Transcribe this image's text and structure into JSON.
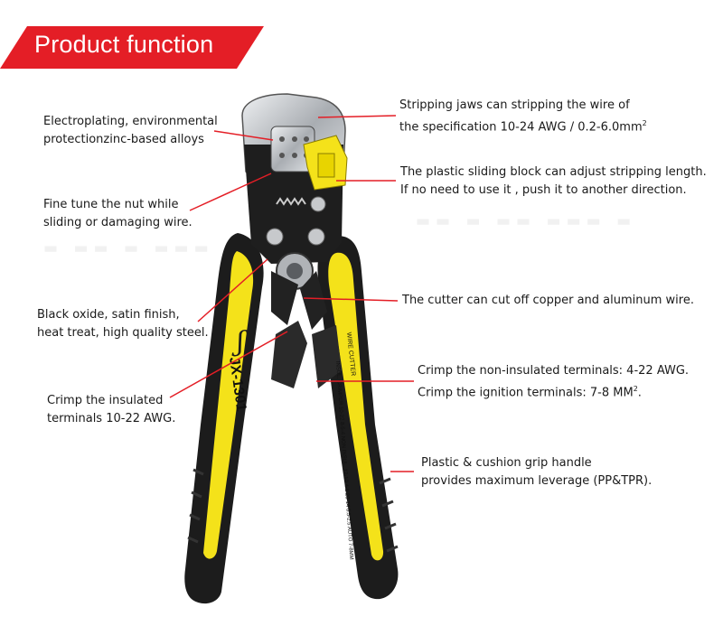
{
  "banner": {
    "title": "Product function",
    "color": "#e41e26"
  },
  "product": {
    "model": "JX-1301",
    "cutter_text": "WIRE CUTTER",
    "crimp_text": "INSUL. CRIMPER 10-22 8-5-4 NON INSUL. 12-10 4-6 20-14 0.5-2.5 AUTO 7-8MM"
  },
  "callouts": {
    "electroplating": {
      "line1": "Electroplating, environmental",
      "line2": "protectionzinc-based alloys"
    },
    "fine_tune": {
      "line1": "Fine tune the nut while",
      "line2": "sliding or damaging wire."
    },
    "black_oxide": {
      "line1": "Black oxide, satin finish,",
      "line2": "heat treat, high quality steel."
    },
    "crimp_insulated": {
      "line1": "Crimp the insulated",
      "line2": "terminals 10-22 AWG."
    },
    "stripping_jaws": {
      "line1": "Stripping jaws can stripping the wire of",
      "line2_pre": "the specification 10-24 AWG / 0.2-6.0mm",
      "line2_sup": "2"
    },
    "sliding_block": {
      "line1": "The plastic sliding block can adjust stripping length.",
      "line2": "If no need to use it , push it to another direction."
    },
    "cutter": {
      "line1": "The cutter can cut off copper and  aluminum wire."
    },
    "crimp_noninsulated": {
      "line1": "Crimp the non-insulated terminals: 4-22 AWG.",
      "line2_pre": "Crimp the ignition terminals: 7-8 MM",
      "line2_sup": "2",
      "line2_post": "."
    },
    "grip": {
      "line1": "Plastic & cushion grip handle",
      "line2": "provides maximum leverage (PP&TPR)."
    }
  },
  "colors": {
    "leader_line": "#e41e26",
    "handle_yellow": "#f4e21a",
    "handle_black": "#1c1c1c",
    "chrome": "#b9bcc0"
  }
}
